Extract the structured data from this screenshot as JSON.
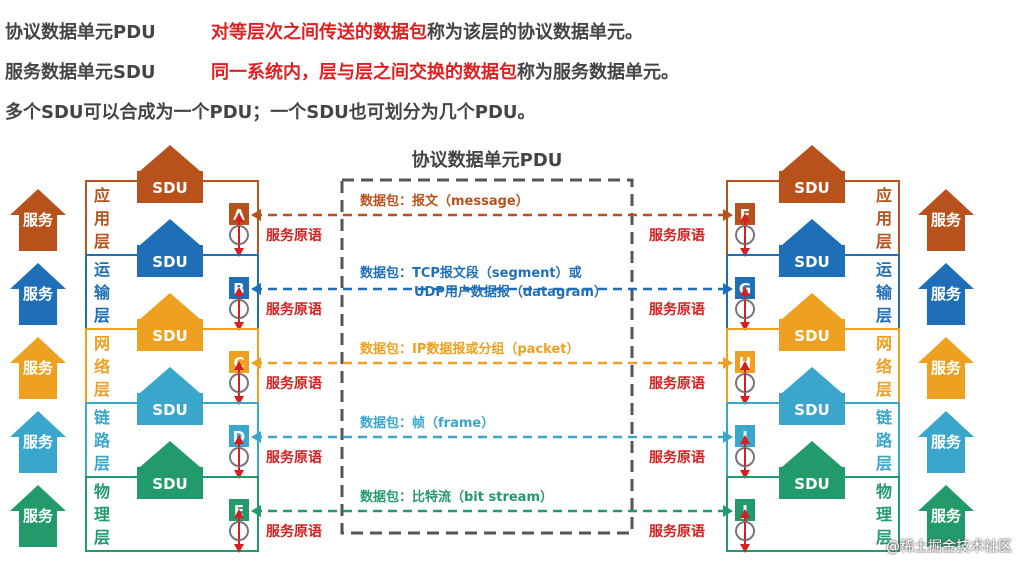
{
  "header": {
    "line1": {
      "term": "协议数据单元PDU",
      "highlight": "对等层次之间传送的数据包",
      "rest": "称为该层的协议数据单元。"
    },
    "line2": {
      "term": "服务数据单元SDU",
      "highlight": "同一系统内，层与层之间交换的数据包",
      "rest": "称为服务数据单元。"
    },
    "line3": "多个SDU可以合成为一个PDU；一个SDU也可划分为几个PDU。"
  },
  "diagram": {
    "center_title": "协议数据单元PDU",
    "sdu_label": "SDU",
    "service_label": "服务",
    "primitive_label": "服务原语",
    "layers": [
      {
        "name": "应用层",
        "left_node": "A",
        "right_node": "F",
        "pdu": [
          "数据包：报文（message）"
        ],
        "color": "#b8521c"
      },
      {
        "name": "运输层",
        "left_node": "B",
        "right_node": "G",
        "pdu": [
          "数据包：TCP报文段（segment）或",
          "UDP用户数据报（datagram）"
        ],
        "color": "#1f6fb8"
      },
      {
        "name": "网络层",
        "left_node": "C",
        "right_node": "H",
        "pdu": [
          "数据包：IP数据报或分组（packet）"
        ],
        "color": "#eea020"
      },
      {
        "name": "链路层",
        "left_node": "D",
        "right_node": "I",
        "pdu": [
          "数据包：帧（frame）"
        ],
        "color": "#3aa6cc"
      },
      {
        "name": "物理层",
        "left_node": "E",
        "right_node": "J",
        "pdu": [
          "数据包：比特流（bit stream）"
        ],
        "color": "#239a6c"
      }
    ],
    "primitive_color": "#d42020",
    "dash_box_color": "#555555"
  },
  "footer": "@稀土掘金技术社区"
}
